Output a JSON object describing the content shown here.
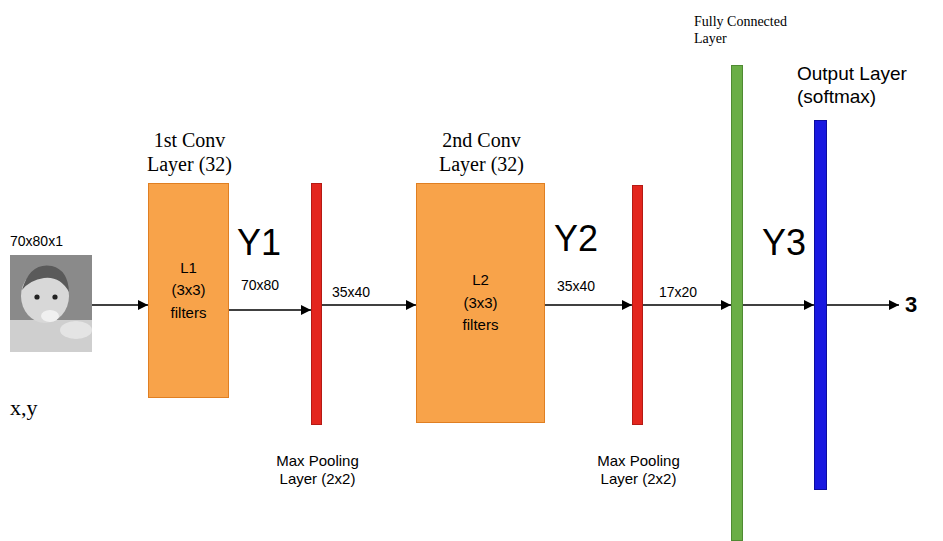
{
  "diagram": {
    "nodes": [
      {
        "text": [
          "70x80x1"
        ]
      },
      {
        "text": [
          "1st Conv Layer (32)",
          "L1 (3x3) filters"
        ]
      },
      {
        "text": [
          "Max Pooling Layer (2x2)"
        ]
      },
      {
        "text": [
          "2nd Conv Layer (32)",
          "L2 (3x3) filters"
        ]
      },
      {
        "text": [
          "Max Pooling Layer (2x2)"
        ]
      },
      {
        "text": [
          "Fully Connected Layer"
        ]
      },
      {
        "text": [
          "Output Layer (softmax)"
        ]
      }
    ],
    "edges": [
      {
        "from": 0,
        "to": 1,
        "arrow": "to"
      },
      {
        "from": 1,
        "to": 2,
        "arrow": "to",
        "label": "70x80"
      },
      {
        "from": 2,
        "to": 3,
        "arrow": "to",
        "label": "35x40"
      },
      {
        "from": 3,
        "to": 4,
        "arrow": "to",
        "label": "35x40"
      },
      {
        "from": 4,
        "to": 5,
        "arrow": "to",
        "label": "17x20"
      },
      {
        "from": 5,
        "to": 6,
        "arrow": "to"
      }
    ],
    "labels": [
      "x,y",
      "Y1",
      "Y2",
      "Y3",
      "3"
    ]
  }
}
